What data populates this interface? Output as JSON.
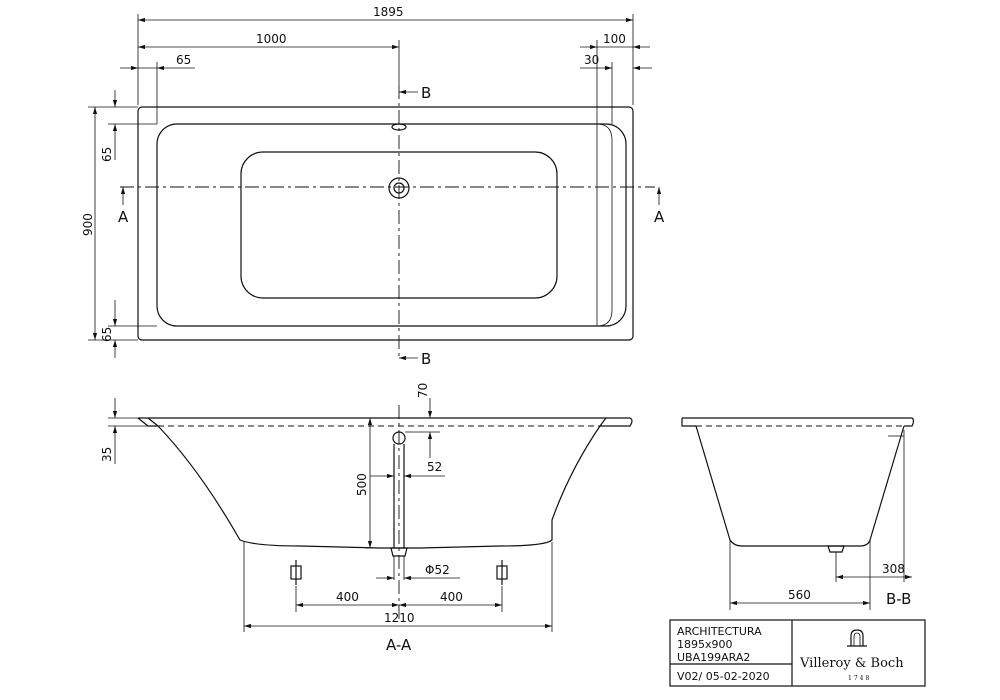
{
  "top_view": {
    "dim_overall_length": "1895",
    "dim_drain_position": "1000",
    "dim_left_offset": "65",
    "dim_right_100": "100",
    "dim_right_30": "30",
    "dim_width": "900",
    "dim_top_65": "65",
    "dim_bottom_65": "65",
    "section_b_top": "B",
    "section_b_bottom": "B",
    "section_a_left": "A",
    "section_a_right": "A"
  },
  "section_aa": {
    "dim_rim_35": "35",
    "dim_overflow_70": "70",
    "dim_overflow_52": "52",
    "dim_depth_500": "500",
    "dim_drain_dia": "Φ52",
    "dim_foot_left": "400",
    "dim_foot_right": "400",
    "dim_base_1210": "1210",
    "label": "A-A"
  },
  "section_bb": {
    "dim_308": "308",
    "dim_560": "560",
    "label": "B-B"
  },
  "title_block": {
    "product": "ARCHITECTURA",
    "size": "1895x900",
    "code": "UBA199ARA2",
    "version": "V02/ 05-02-2020",
    "brand": "Villeroy & Boch",
    "brand_year": "1748"
  }
}
